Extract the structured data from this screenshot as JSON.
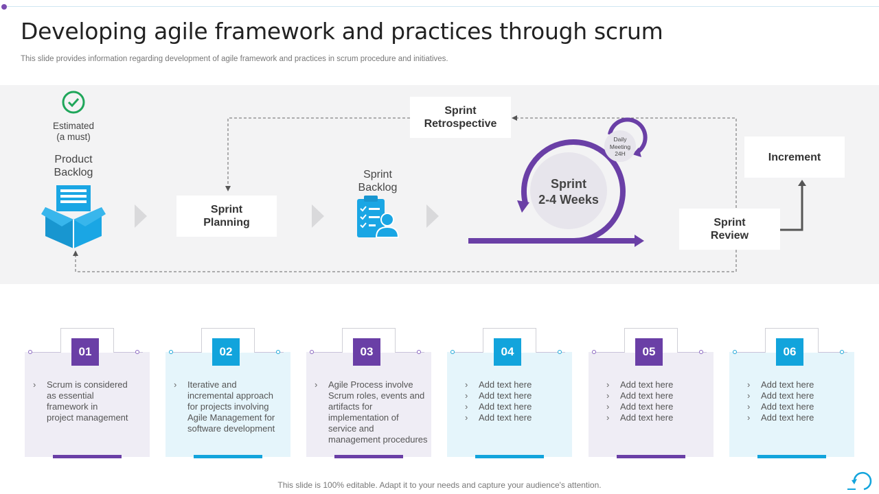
{
  "header": {
    "title": "Developing agile framework and practices through scrum",
    "subtitle": "This slide provides information regarding development of agile framework and practices in scrum procedure and initiatives."
  },
  "diagram": {
    "estimated_label_line1": "Estimated",
    "estimated_label_line2": "(a must)",
    "product_backlog_line1": "Product",
    "product_backlog_line2": "Backlog",
    "sprint_planning_line1": "Sprint",
    "sprint_planning_line2": "Planning",
    "sprint_backlog_line1": "Sprint",
    "sprint_backlog_line2": "Backlog",
    "sprint_retrospective_line1": "Sprint",
    "sprint_retrospective_line2": "Retrospective",
    "sprint_cycle_line1": "Sprint",
    "sprint_cycle_line2": "2-4 Weeks",
    "daily_meeting_line1": "Daily",
    "daily_meeting_line2": "Meeting",
    "daily_meeting_line3": "24H",
    "sprint_review_line1": "Sprint",
    "sprint_review_line2": "Review",
    "increment": "Increment"
  },
  "cards": [
    {
      "number": "01",
      "color": "purple",
      "items": [
        [
          "Scrum is considered",
          "as essential",
          "framework in",
          "project management"
        ]
      ]
    },
    {
      "number": "02",
      "color": "blue",
      "items": [
        [
          "Iterative and",
          "incremental approach",
          "for projects involving",
          "Agile Management for",
          "software development"
        ]
      ]
    },
    {
      "number": "03",
      "color": "purple",
      "items": [
        [
          "Agile Process involve",
          "Scrum roles, events and",
          "artifacts for",
          "implementation of",
          "service and",
          "management procedures"
        ]
      ]
    },
    {
      "number": "04",
      "color": "blue",
      "items": [
        [
          "Add text here"
        ],
        [
          "Add text here"
        ],
        [
          "Add text here"
        ],
        [
          "Add text here"
        ]
      ]
    },
    {
      "number": "05",
      "color": "purple",
      "items": [
        [
          "Add text here"
        ],
        [
          "Add text here"
        ],
        [
          "Add text here"
        ],
        [
          "Add text here"
        ]
      ]
    },
    {
      "number": "06",
      "color": "blue",
      "items": [
        [
          "Add text here"
        ],
        [
          "Add text here"
        ],
        [
          "Add text here"
        ],
        [
          "Add text here"
        ]
      ]
    }
  ],
  "bullet_mark": "›",
  "footer": "This slide is 100% editable. Adapt it to your needs and capture your audience's attention.",
  "colors": {
    "purple": "#6a3fa6",
    "blue": "#12a4dc",
    "green": "#1fa65a",
    "icon_blue": "#1aa6e4"
  }
}
